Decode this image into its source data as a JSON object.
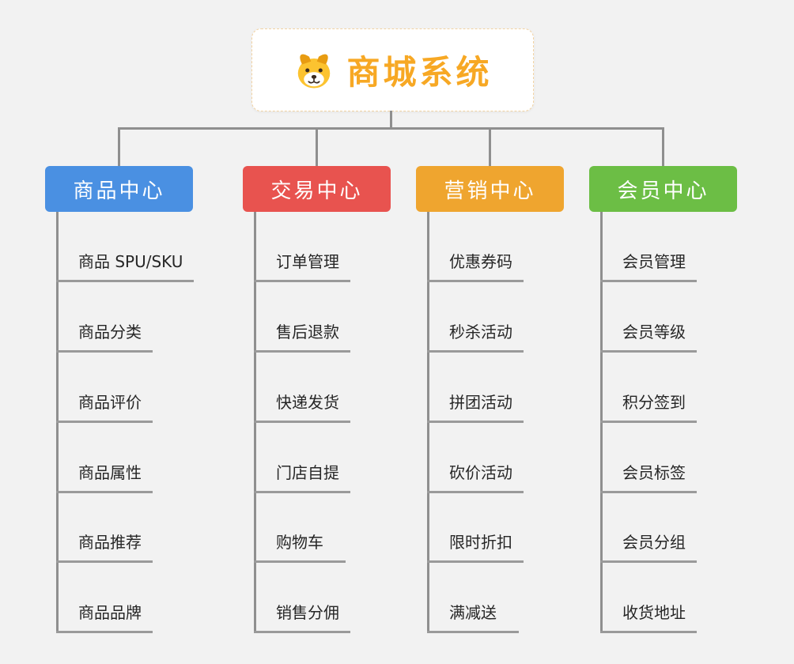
{
  "canvas": {
    "background": "#f2f2f2",
    "line_color": "#8f8f8f"
  },
  "root": {
    "label": "商城系统",
    "icon": "dog-icon",
    "text_color": "#f7a824",
    "border_color": "#f2d3a3"
  },
  "branches": [
    {
      "label": "商品中心",
      "color": "#4a90e2",
      "children": [
        "商品 SPU/SKU",
        "商品分类",
        "商品评价",
        "商品属性",
        "商品推荐",
        "商品品牌"
      ]
    },
    {
      "label": "交易中心",
      "color": "#e8534f",
      "children": [
        "订单管理",
        "售后退款",
        "快递发货",
        "门店自提",
        "购物车",
        "销售分佣"
      ]
    },
    {
      "label": "营销中心",
      "color": "#efa52f",
      "children": [
        "优惠券码",
        "秒杀活动",
        "拼团活动",
        "砍价活动",
        "限时折扣",
        "满减送"
      ]
    },
    {
      "label": "会员中心",
      "color": "#6cbe45",
      "children": [
        "会员管理",
        "会员等级",
        "积分签到",
        "会员标签",
        "会员分组",
        "收货地址"
      ]
    }
  ]
}
